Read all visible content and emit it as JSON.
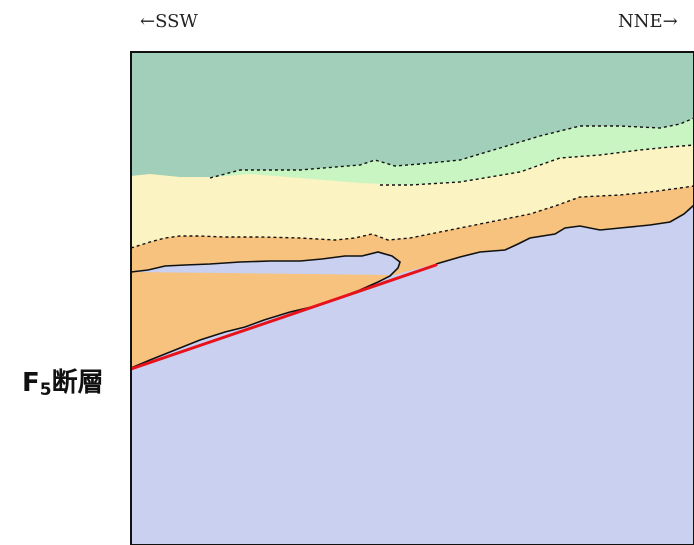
{
  "orientation": {
    "left": "←SSW",
    "right": "NNE→"
  },
  "fault": {
    "name": "F",
    "subscript": "5",
    "suffix": "断層",
    "line_color": "#e8121b"
  },
  "layers": [
    {
      "key": "top-unit",
      "color": "#a2cfb9"
    },
    {
      "key": "light-green-unit",
      "color": "#c9f5c2"
    },
    {
      "key": "cream-unit",
      "color": "#fbf3c1"
    },
    {
      "key": "orange-unit",
      "color": "#f6c27e"
    },
    {
      "key": "basement-unit",
      "color": "#c9d0f0"
    }
  ]
}
